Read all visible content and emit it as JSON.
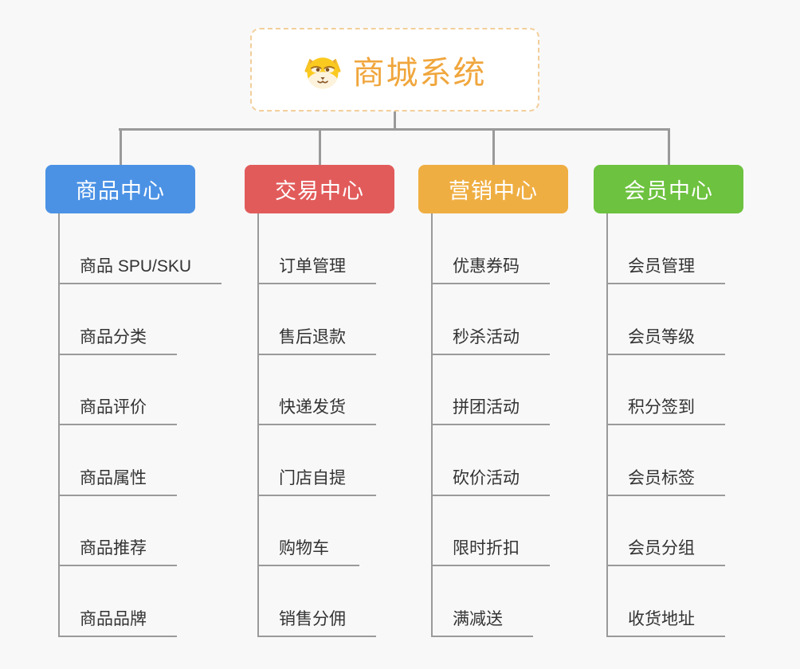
{
  "root": {
    "title": "商城系统",
    "icon": "doge-icon",
    "text_color": "#f0a63d",
    "border_color": "#f2cf9b"
  },
  "connector_color": "#9a9a9a",
  "background_color": "#f8f8f8",
  "branches": [
    {
      "label": "商品中心",
      "color": "#4b92e5",
      "items": [
        "商品 SPU/SKU",
        "商品分类",
        "商品评价",
        "商品属性",
        "商品推荐",
        "商品品牌"
      ]
    },
    {
      "label": "交易中心",
      "color": "#e25b5b",
      "items": [
        "订单管理",
        "售后退款",
        "快递发货",
        "门店自提",
        "购物车",
        "销售分佣"
      ]
    },
    {
      "label": "营销中心",
      "color": "#efae42",
      "items": [
        "优惠券码",
        "秒杀活动",
        "拼团活动",
        "砍价活动",
        "限时折扣",
        "满减送"
      ]
    },
    {
      "label": "会员中心",
      "color": "#6dc23f",
      "items": [
        "会员管理",
        "会员等级",
        "积分签到",
        "会员标签",
        "会员分组",
        "收货地址"
      ]
    }
  ]
}
